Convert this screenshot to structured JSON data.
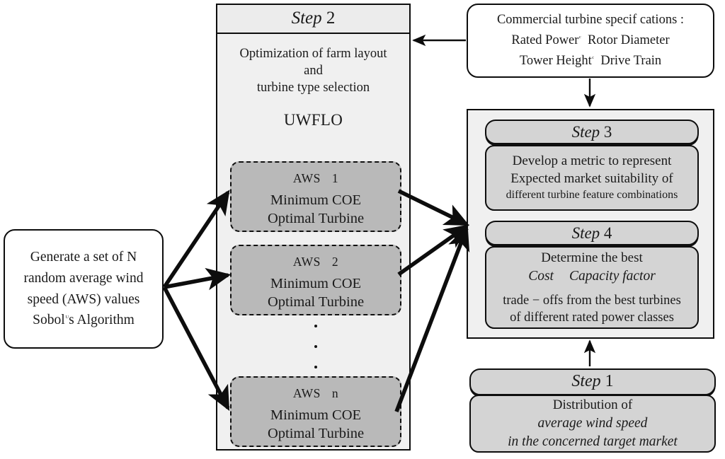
{
  "diagram": {
    "title": "Wind farm turbine selection framework",
    "background": "#ffffff",
    "colors": {
      "panel_fill": "#f0f0f0",
      "card_fill": "#d4d4d4",
      "aws_fill": "#b9b9b9",
      "stroke": "#0d0d0d"
    }
  },
  "left_box": {
    "line1": "Generate a set of N",
    "line2": "random average wind",
    "line3": "speed (AWS) values",
    "line4_prefix": "Sobol",
    "line4_sup": "ᵁ",
    "line4_suffix": "s Algorithm"
  },
  "step2": {
    "header_word": "Step",
    "header_num": "2",
    "body_line1": "Optimization of farm layout",
    "body_line2": "and",
    "body_line3": "turbine type selection",
    "tool": "UWFLO",
    "aws_boxes": [
      {
        "label": "AWS",
        "index": "1",
        "line1": "Minimum COE",
        "line2": "Optimal Turbine"
      },
      {
        "label": "AWS",
        "index": "2",
        "line1": "Minimum COE",
        "line2": "Optimal Turbine"
      },
      {
        "label": "AWS",
        "index": "n",
        "line1": "Minimum COE",
        "line2": "Optimal Turbine"
      }
    ],
    "ellipsis": "vertical-dots"
  },
  "commercial_box": {
    "line1": "Commercial turbine specif cations :",
    "line2a": "Rated Power",
    "line2_sep": "ᶜ",
    "line2b": "Rotor Diameter",
    "line3a": "Tower Height",
    "line3_sep": "ᶜ",
    "line3b": "Drive Train"
  },
  "step3": {
    "header_word": "Step",
    "header_num": "3",
    "line1": "Develop a metric to represent",
    "line2": "Expected market suitability of",
    "line3_small": "different turbine feature combinations"
  },
  "step4": {
    "header_word": "Step",
    "header_num": "4",
    "line1": "Determine the best",
    "line2a": "Cost",
    "line2b": "Capacity factor",
    "line3": "trade − offs from the best turbines",
    "line4": "of different rated power classes"
  },
  "step1": {
    "header_word": "Step",
    "header_num": "1",
    "line1": "Distribution of",
    "line2": "average wind speed",
    "line3": "in the concerned target market"
  },
  "arrows": [
    {
      "name": "left-to-aws1",
      "from": "left_box",
      "to": "aws_box_1"
    },
    {
      "name": "left-to-aws2",
      "from": "left_box",
      "to": "aws_box_2"
    },
    {
      "name": "left-to-awsn",
      "from": "left_box",
      "to": "aws_box_n"
    },
    {
      "name": "aws1-to-rightpanel",
      "from": "aws_box_1",
      "to": "right_panel"
    },
    {
      "name": "aws2-to-rightpanel",
      "from": "aws_box_2",
      "to": "right_panel"
    },
    {
      "name": "awsn-to-rightpanel",
      "from": "aws_box_n",
      "to": "right_panel"
    },
    {
      "name": "commercial-to-step2",
      "from": "commercial_box",
      "to": "step2"
    },
    {
      "name": "commercial-to-rightpanel",
      "from": "commercial_box",
      "to": "right_panel"
    },
    {
      "name": "step1-to-rightpanel",
      "from": "step1",
      "to": "right_panel"
    }
  ]
}
